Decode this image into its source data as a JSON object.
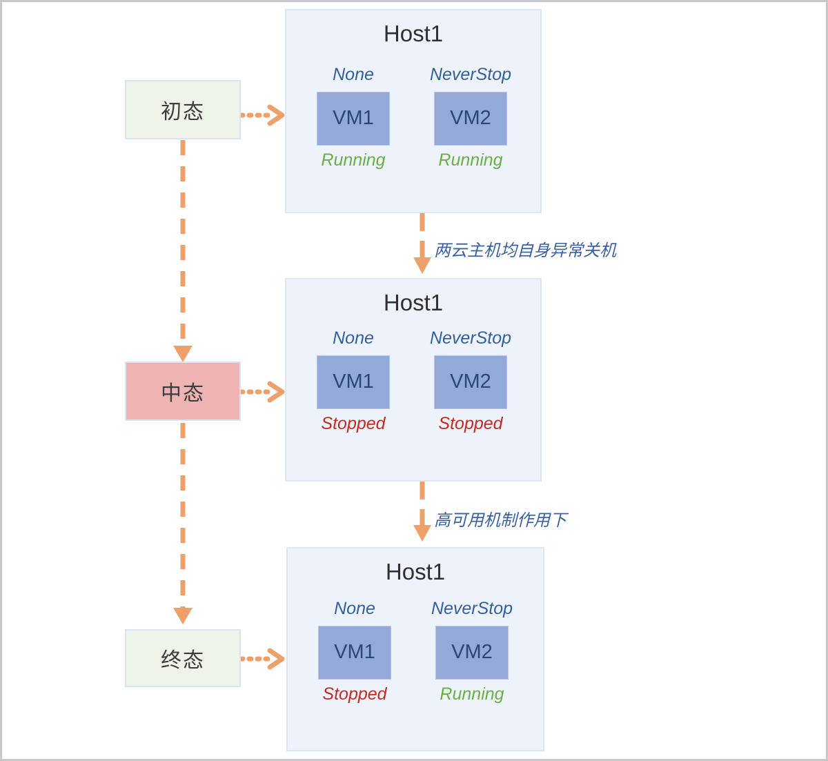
{
  "diagram": {
    "title": "VM high-availability state transition diagram",
    "colors": {
      "accent_arrow": "#eda06a",
      "panel_bg": "#eef2fa",
      "panel_border": "#dfe6f3",
      "vm_fill": "#93aad8",
      "vm_text": "#2d4573",
      "policy_text": "#33609c",
      "running": "#6aaf45",
      "stopped": "#c42b20",
      "state_initial_bg": "#eef4e9",
      "state_middle_bg": "#eeb4b4",
      "state_final_bg": "#eef4e9",
      "edge_label": "#3a5fa0",
      "frame_border": "#c8c8c8"
    },
    "states": [
      {
        "id": "initial",
        "label": "初态"
      },
      {
        "id": "middle",
        "label": "中态"
      },
      {
        "id": "final",
        "label": "终态"
      }
    ],
    "panels": [
      {
        "id": "panel-1",
        "title": "Host1",
        "vms": [
          {
            "policy": "None",
            "name": "VM1",
            "status": "Running",
            "status_kind": "running"
          },
          {
            "policy": "NeverStop",
            "name": "VM2",
            "status": "Running",
            "status_kind": "running"
          }
        ]
      },
      {
        "id": "panel-2",
        "title": "Host1",
        "vms": [
          {
            "policy": "None",
            "name": "VM1",
            "status": "Stopped",
            "status_kind": "stopped"
          },
          {
            "policy": "NeverStop",
            "name": "VM2",
            "status": "Stopped",
            "status_kind": "stopped"
          }
        ]
      },
      {
        "id": "panel-3",
        "title": "Host1",
        "vms": [
          {
            "policy": "None",
            "name": "VM1",
            "status": "Stopped",
            "status_kind": "stopped"
          },
          {
            "policy": "NeverStop",
            "name": "VM2",
            "status": "Running",
            "status_kind": "running"
          }
        ]
      }
    ],
    "transitions": [
      {
        "id": "t1",
        "from": "panel-1",
        "to": "panel-2",
        "label": "两云主机均自身异常关机"
      },
      {
        "id": "t2",
        "from": "panel-2",
        "to": "panel-3",
        "label": "高可用机制作用下"
      }
    ]
  }
}
